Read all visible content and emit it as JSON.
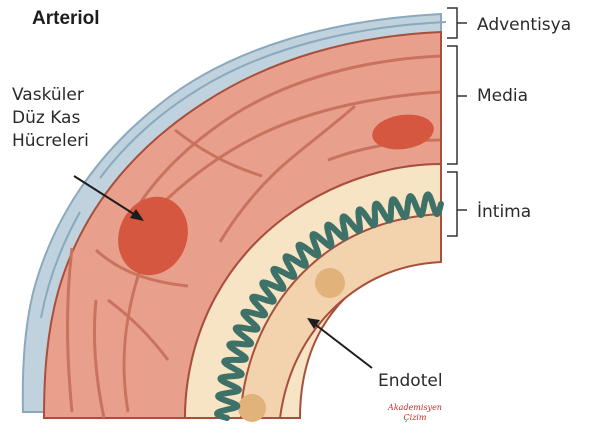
{
  "title": "Arteriol",
  "labels": {
    "adventisya": "Adventisya",
    "media": "Media",
    "intima": "İntima",
    "vsmc": [
      "Vasküler",
      "Düz Kas",
      "Hücreleri"
    ],
    "endotel": "Endotel"
  },
  "signature": [
    "Akademisyen",
    "Çizim"
  ],
  "colors": {
    "adventitia": "#bfd2de",
    "adventitia_stroke": "#8aa9bd",
    "media": "#e8a08c",
    "media_fiber": "#c9735f",
    "smooth_muscle_nucleus": "#d6573f",
    "intima_band": "#f7e4c4",
    "elastic_lamina": "#3e7168",
    "endothelium": "#f3d2ae",
    "endothelial_nucleus": "#e2b27b",
    "outline": "#a84f3c"
  }
}
